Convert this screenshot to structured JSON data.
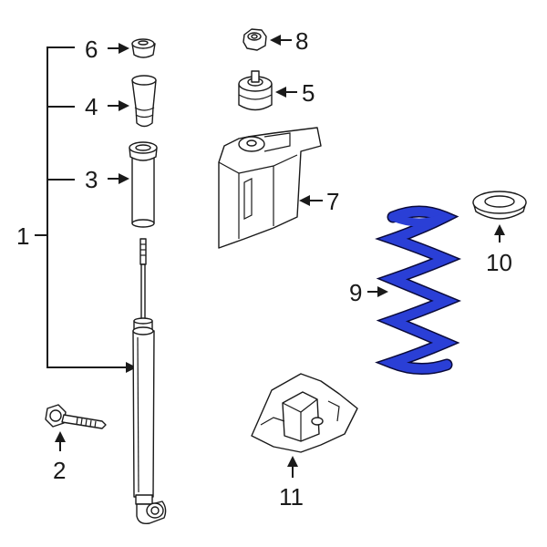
{
  "diagram": {
    "highlight_color": "#2a3fd6",
    "line_color": "#1a1a1a",
    "background": "#ffffff",
    "callouts": [
      {
        "id": "1",
        "label": "1",
        "part": "shock-absorber-assembly"
      },
      {
        "id": "2",
        "label": "2",
        "part": "mounting-bolt"
      },
      {
        "id": "3",
        "label": "3",
        "part": "dust-boot"
      },
      {
        "id": "4",
        "label": "4",
        "part": "bump-stop"
      },
      {
        "id": "5",
        "label": "5",
        "part": "upper-mount"
      },
      {
        "id": "6",
        "label": "6",
        "part": "bushing"
      },
      {
        "id": "7",
        "label": "7",
        "part": "upper-bracket"
      },
      {
        "id": "8",
        "label": "8",
        "part": "nut"
      },
      {
        "id": "9",
        "label": "9",
        "part": "coil-spring",
        "highlighted": true
      },
      {
        "id": "10",
        "label": "10",
        "part": "spring-seat"
      },
      {
        "id": "11",
        "label": "11",
        "part": "lower-bracket"
      }
    ]
  }
}
